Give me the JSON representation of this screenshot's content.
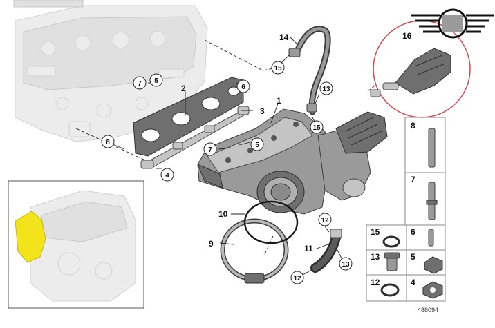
{
  "brand": {
    "logo_icon": "mini-wings-logo-icon",
    "logo_color": "#111111",
    "logo_center_color": "#9a9a9a"
  },
  "diagram": {
    "reference_number": "488094",
    "callouts": {
      "c1": "1",
      "c2": "2",
      "c3": "3",
      "c4": "4",
      "c5a": "5",
      "c5b": "5",
      "c6": "6",
      "c7a": "7",
      "c7b": "7",
      "c8": "8",
      "c9": "9",
      "c10": "10",
      "c11": "11",
      "c12a": "12",
      "c12b": "12",
      "c13a": "13",
      "c13b": "13",
      "c14": "14",
      "c15a": "15",
      "c15b": "15",
      "c16": "16"
    },
    "parts_grid": {
      "cells": [
        "8",
        "7",
        "15",
        "6",
        "13",
        "5",
        "12",
        "4"
      ]
    },
    "colors": {
      "highlight": "#f2e31a",
      "detail_circle": "#d9434b",
      "line": "#222222"
    }
  }
}
